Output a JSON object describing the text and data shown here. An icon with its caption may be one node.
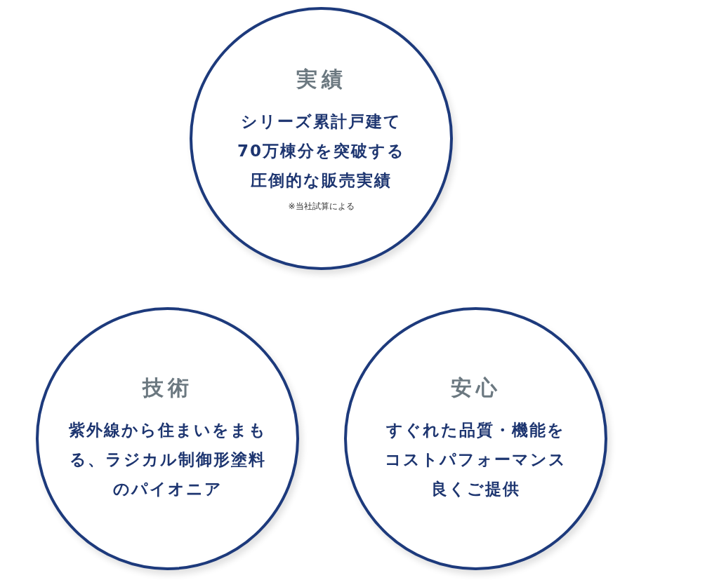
{
  "diagram": {
    "nodes": [
      {
        "text": [
          "実績",
          "シリーズ累計戸建て70万棟分を突破する圧倒的な販売実績",
          "※当社試算による"
        ]
      },
      {
        "text": [
          "技術",
          "紫外線から住まいをまもる、ラジカル制御形塗料のパイオニア"
        ]
      },
      {
        "text": [
          "安心",
          "すぐれた品質・機能をコストパフォーマンス良くご提供"
        ]
      }
    ]
  }
}
